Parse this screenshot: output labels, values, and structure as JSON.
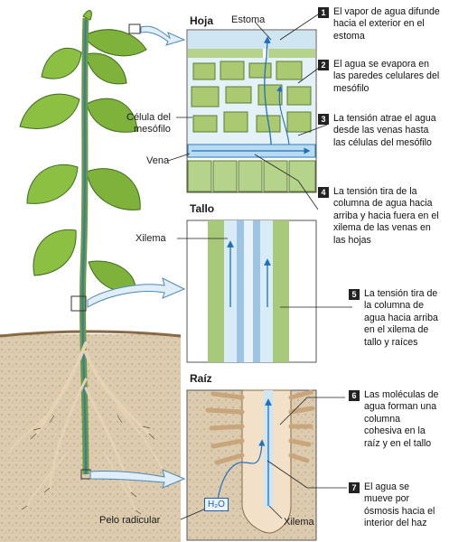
{
  "sections": {
    "leaf": "Hoja",
    "stem": "Tallo",
    "root": "Raíz"
  },
  "labels": {
    "stoma": "Estoma",
    "mesophyll_cell": "Célula del\nmesófilo",
    "vein": "Vena",
    "xylem_stem": "Xilema",
    "xylem_root": "Xilema",
    "root_hair": "Pelo radicular",
    "water_formula": "H₂O"
  },
  "steps": [
    {
      "num": "1",
      "text": "El vapor de agua difunde hacia el exterior en el estoma"
    },
    {
      "num": "2",
      "text": "El agua se evapora en las paredes celulares del mesófilo"
    },
    {
      "num": "3",
      "text": "La tensión atrae el agua desde las venas hasta las células del mesófilo"
    },
    {
      "num": "4",
      "text": "La tensión tira de la columna de agua hacia arriba y hacia fuera en el xilema de las venas en las hojas"
    },
    {
      "num": "5",
      "text": "La tensión tira de la columna de agua hacia arriba en el xilema de tallo y raíces"
    },
    {
      "num": "6",
      "text": "Las moléculas de agua forman una columna cohesiva en la raíz y en el tallo"
    },
    {
      "num": "7",
      "text": "El agua se mueve por ósmosis hacia el interior del haz"
    }
  ],
  "colors": {
    "leaf_green": "#7fb23a",
    "xylem_blue": "#2a7cc7",
    "soil": "#d9c7a8",
    "root": "#f1dcc4"
  }
}
